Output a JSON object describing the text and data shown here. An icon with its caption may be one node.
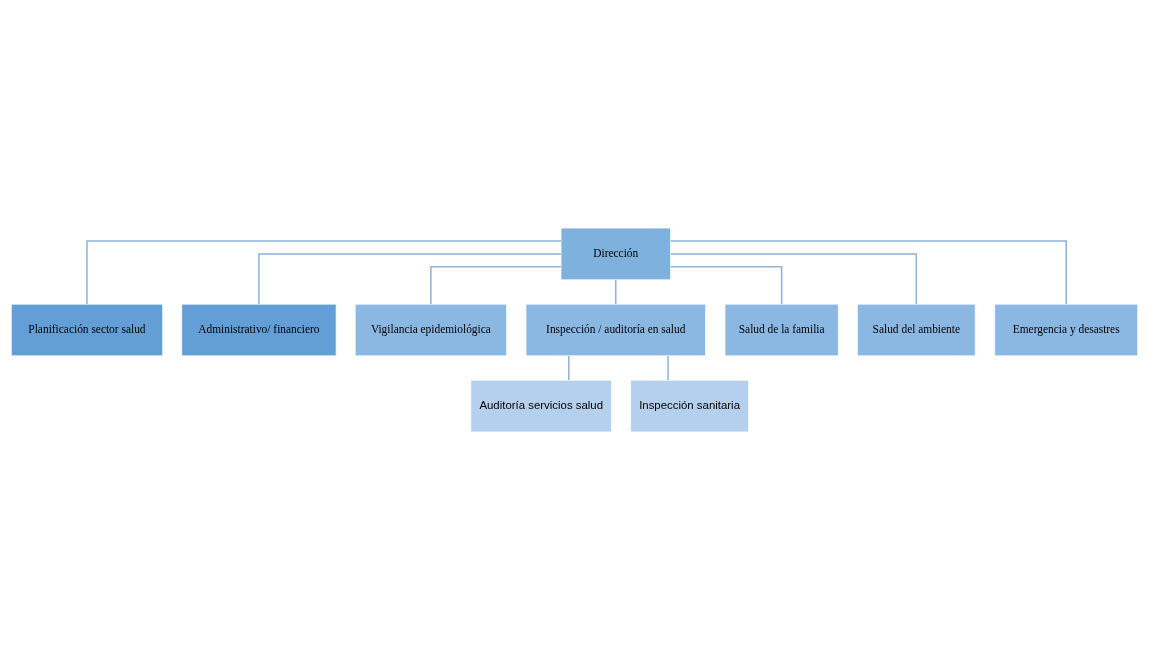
{
  "diagram": {
    "nodes": [
      {
        "text": [
          "Dirección"
        ]
      },
      {
        "text": [
          "Planificación sector salud"
        ]
      },
      {
        "text": [
          "Administrativo/ financiero"
        ]
      },
      {
        "text": [
          "Vigilancia epidemiológica"
        ]
      },
      {
        "text": [
          "Inspección / auditoría en salud"
        ]
      },
      {
        "text": [
          "Salud de la familia"
        ]
      },
      {
        "text": [
          "Salud del ambiente"
        ]
      },
      {
        "text": [
          "Emergencia y desastres"
        ]
      },
      {
        "text": [
          "Auditoría servicios salud"
        ]
      },
      {
        "text": [
          "Inspección sanitaria"
        ]
      }
    ],
    "edges": [
      {
        "from": 0,
        "to": 1,
        "arrow": "none"
      },
      {
        "from": 0,
        "to": 2,
        "arrow": "none"
      },
      {
        "from": 0,
        "to": 3,
        "arrow": "none"
      },
      {
        "from": 0,
        "to": 4,
        "arrow": "none"
      },
      {
        "from": 0,
        "to": 5,
        "arrow": "none"
      },
      {
        "from": 0,
        "to": 6,
        "arrow": "none"
      },
      {
        "from": 0,
        "to": 7,
        "arrow": "none"
      },
      {
        "from": 4,
        "to": 8,
        "arrow": "none"
      },
      {
        "from": 4,
        "to": 9,
        "arrow": "none"
      }
    ]
  }
}
